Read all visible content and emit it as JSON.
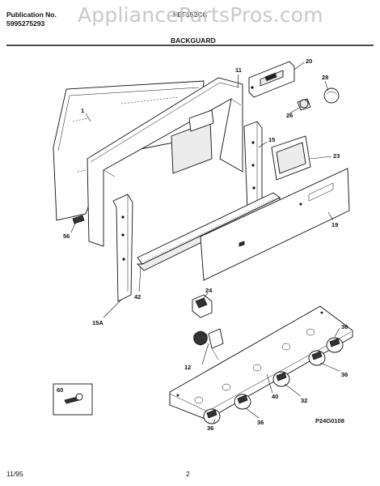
{
  "header": {
    "publication_label": "Publication No.",
    "publication_number": "5995275293",
    "model_partial": "FEF352CC",
    "section_title": "BACKGUARD"
  },
  "watermark": "AppliancePartsPros.com",
  "callouts": {
    "c1": "1",
    "c11": "11",
    "c20": "20",
    "c28": "28",
    "c26": "26",
    "c15": "15",
    "c23": "23",
    "c19": "19",
    "c56": "56",
    "c42": "42",
    "c15A": "15A",
    "c24": "24",
    "c36a": "36",
    "c36b": "36",
    "c36c": "36",
    "c36d": "36",
    "c12": "12",
    "c40": "40",
    "c32": "32",
    "c60": "60"
  },
  "diagram_code": "P24G0108",
  "footer": {
    "date": "11/95",
    "page": "2"
  }
}
